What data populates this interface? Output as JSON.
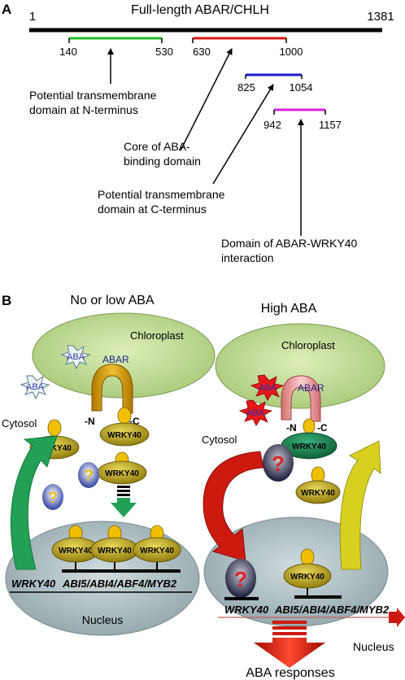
{
  "panelA": {
    "label": "A",
    "title": "Full-length ABAR/CHLH",
    "start": "1",
    "end": "1381",
    "domains": [
      {
        "from": "140",
        "to": "530",
        "color": "#22bb22"
      },
      {
        "from": "630",
        "to": "1000",
        "color": "#e01818"
      },
      {
        "from": "825",
        "to": "1054",
        "color": "#1a1acc"
      },
      {
        "from": "942",
        "to": "1157",
        "color": "#dd22dd"
      }
    ],
    "annotations": {
      "tm_n": [
        "Potential transmembrane",
        "domain at N-terminus"
      ],
      "aba_core": [
        "Core of ABA-",
        "binding domain"
      ],
      "tm_c": [
        "Potential transmembrane",
        "domain at C-terminus"
      ],
      "wrky_interaction": [
        "Domain of ABAR-WRKY40",
        "interaction"
      ]
    }
  },
  "panelB": {
    "label": "B",
    "left": {
      "title": "No or low ABA",
      "chloroplast": "Chloroplast",
      "aba": "ABA",
      "abar": "ABAR",
      "n_term": "-N",
      "c_term": "-C",
      "cytosol": "Cytosol",
      "wrky40": "WRKY40",
      "question": "?",
      "gene_wrky40": "WRKY40",
      "genes_abi": "ABI5/ABI4/ABF4/MYB2",
      "nucleus": "Nucleus"
    },
    "right": {
      "title": "High ABA",
      "chloroplast": "Chloroplast",
      "aba": "ABA",
      "abar": "ABAR",
      "n_term": "-N",
      "c_term": "-C",
      "cytosol": "Cytosol",
      "wrky40": "WRKY40",
      "question": "?",
      "gene_wrky40": "WRKY40",
      "genes_abi": "ABI5/ABI4/ABF4/MYB2",
      "nucleus": "Nucleus",
      "responses": "ABA responses"
    }
  },
  "colors": {
    "chloroplast": "#c4dd9a",
    "nucleus": "#b5c3c7",
    "wrky_fill": "#b8a012",
    "knob": "#f0c000",
    "green_arrow": "#22a055",
    "red_arrow": "#cc1a10",
    "yellow_arrow": "#d8d020"
  }
}
